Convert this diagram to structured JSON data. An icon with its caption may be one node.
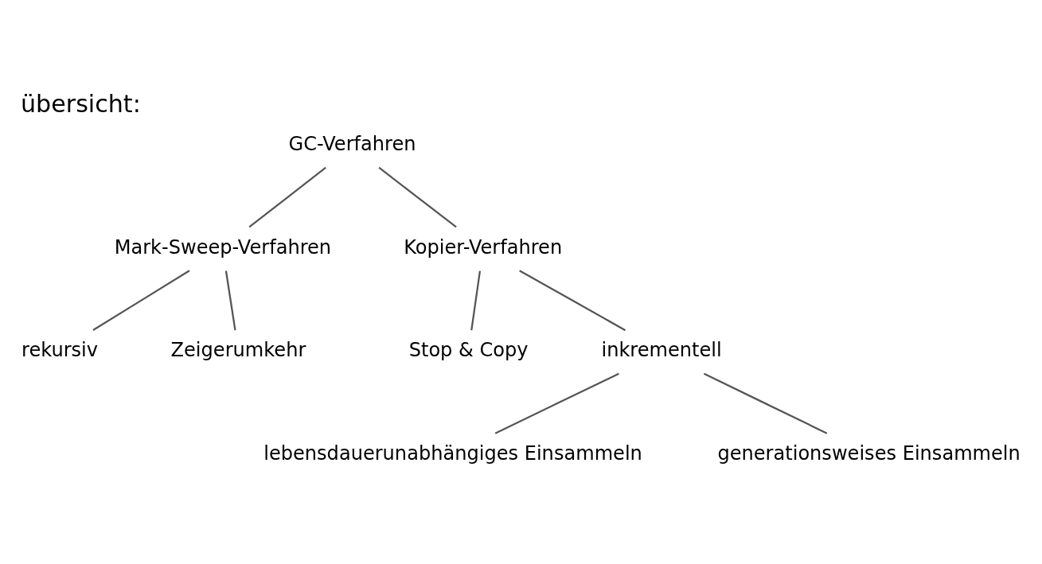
{
  "diagram": {
    "title": "übersicht:",
    "nodes": [
      {
        "text": [
          "GC-Verfahren"
        ]
      },
      {
        "text": [
          "Mark-Sweep-Verfahren"
        ]
      },
      {
        "text": [
          "Kopier-Verfahren"
        ]
      },
      {
        "text": [
          "rekursiv"
        ]
      },
      {
        "text": [
          "Zeigerumkehr"
        ]
      },
      {
        "text": [
          "Stop & Copy"
        ]
      },
      {
        "text": [
          "inkrementell"
        ]
      },
      {
        "text": [
          "lebensdauerunabhängiges Einsammeln"
        ]
      },
      {
        "text": [
          "generationsweises Einsammeln"
        ]
      }
    ],
    "edges": [
      {
        "from": 0,
        "to": 1,
        "arrow": "none"
      },
      {
        "from": 0,
        "to": 2,
        "arrow": "none"
      },
      {
        "from": 1,
        "to": 3,
        "arrow": "none"
      },
      {
        "from": 1,
        "to": 4,
        "arrow": "none"
      },
      {
        "from": 2,
        "to": 5,
        "arrow": "none"
      },
      {
        "from": 2,
        "to": 6,
        "arrow": "none"
      },
      {
        "from": 6,
        "to": 7,
        "arrow": "none"
      },
      {
        "from": 6,
        "to": 8,
        "arrow": "none"
      }
    ]
  }
}
